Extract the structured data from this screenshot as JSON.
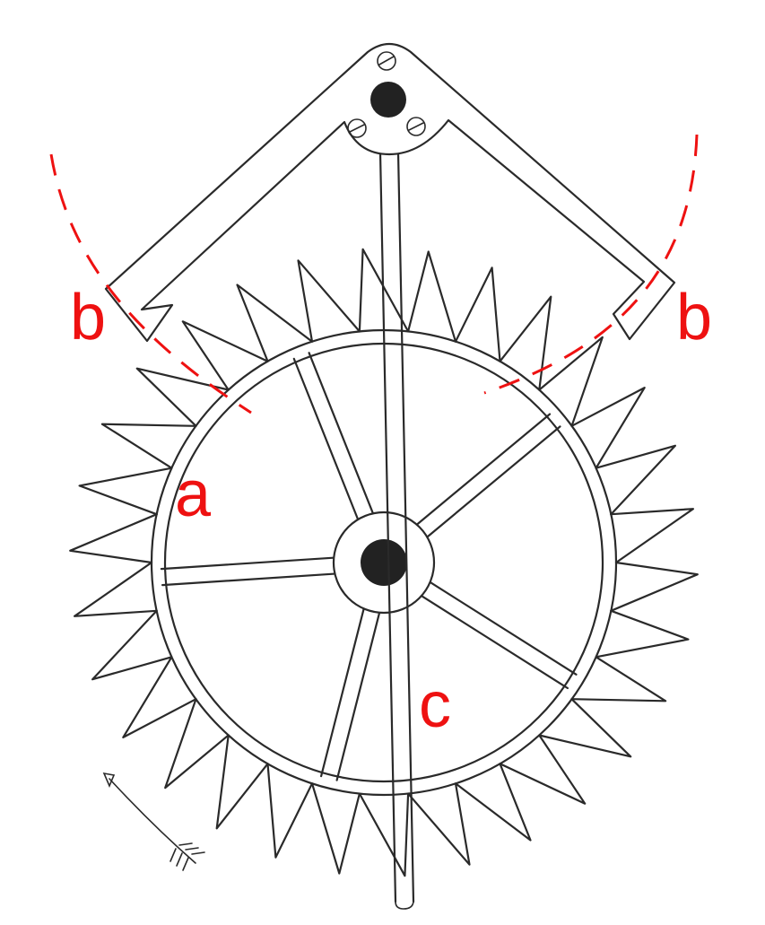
{
  "diagram": {
    "labels": {
      "a": "a",
      "b_left": "b",
      "b_right": "b",
      "c": "c"
    },
    "parts": {
      "escape_wheel_teeth": 30,
      "wheel_spokes": 5
    },
    "colors": {
      "ink": "#2a2a2a",
      "annotation": "#ee1111",
      "background": "#ffffff"
    }
  }
}
